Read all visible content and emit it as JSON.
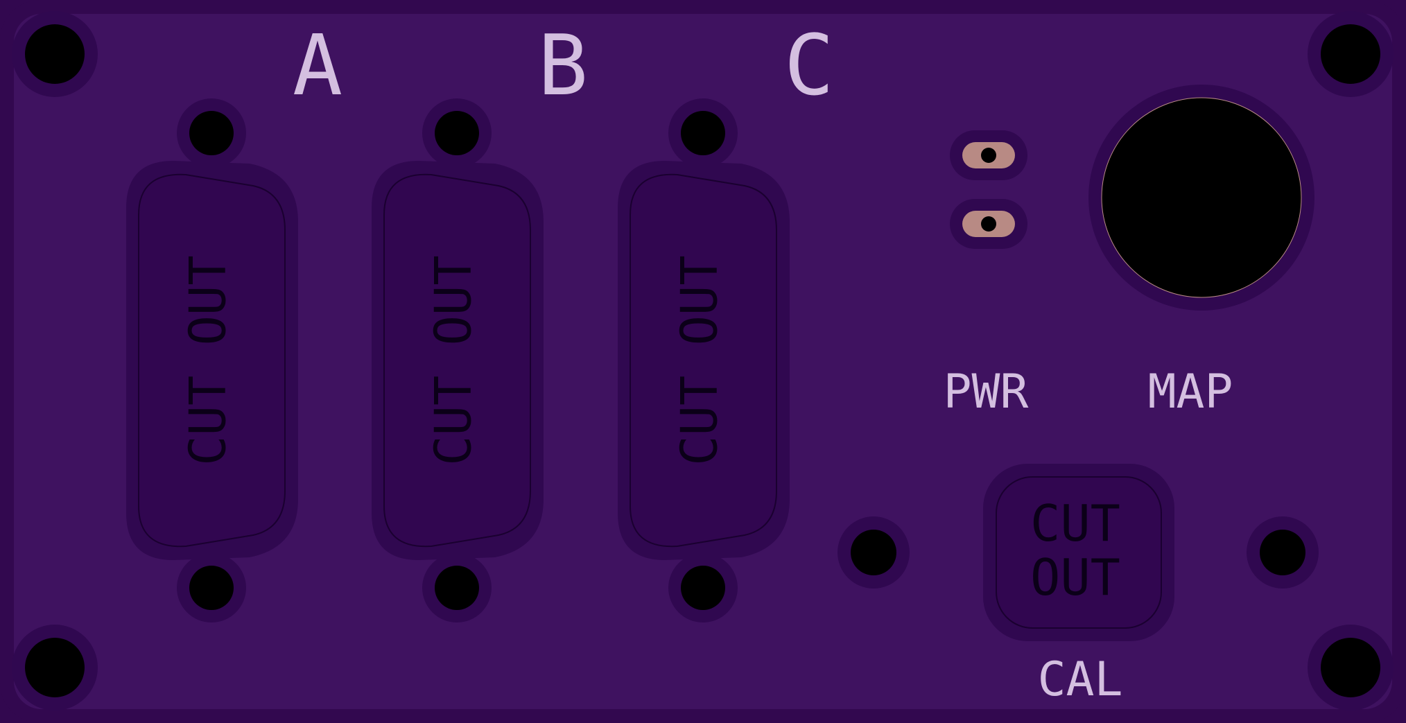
{
  "colors": {
    "board_edge": "#32084f",
    "board": "#3f1260",
    "mask_opening": "#300850",
    "cutout_fill": "#310650",
    "drill": "#000000",
    "pad_copper": "#b88a84",
    "silkscreen": "#d4bfe0",
    "cutout_text": "#0b0018"
  },
  "labels": {
    "a": "A",
    "b": "B",
    "c": "C",
    "pwr": "PWR",
    "map": "MAP",
    "cal": "CAL",
    "cutout_vertical": "CUT OUT",
    "cutout_line1": "CUT",
    "cutout_line2": "OUT"
  },
  "icons": {
    "mounting_hole": "black-circle-hole",
    "led": "oval-copper-pad",
    "map_hole": "large-round-hole"
  }
}
